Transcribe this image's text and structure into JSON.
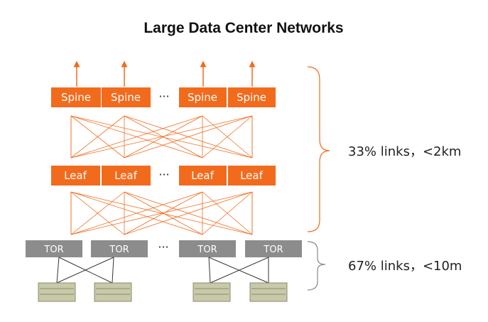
{
  "title": "Large Data Center Networks",
  "spine_nodes": [
    "Spine",
    "Spine",
    "Spine",
    "Spine"
  ],
  "leaf_nodes": [
    "Leaf",
    "Leaf",
    "Leaf",
    "Leaf"
  ],
  "tor_nodes": [
    "TOR",
    "TOR",
    "TOR",
    "TOR"
  ],
  "ellipsis": "···",
  "annotations": {
    "upper": "33% links，<2km",
    "lower": "67% links，<10m"
  },
  "colors": {
    "orange": "#f26b1d",
    "tor_gray": "#8c8c8c",
    "server_fill": "#c8c9a7",
    "server_stroke": "#8a8b70",
    "black_link": "#333333"
  }
}
